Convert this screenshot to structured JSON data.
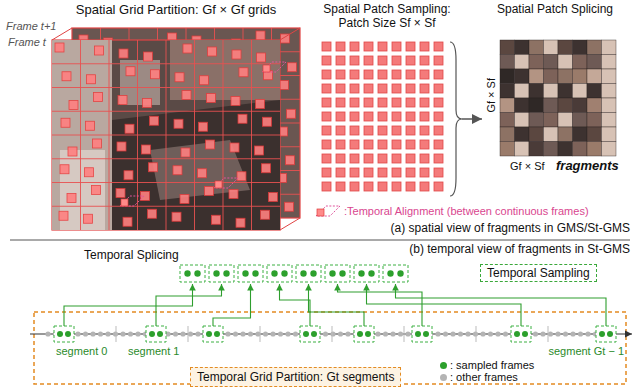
{
  "diagram": {
    "nodes": [
      {
        "text": [
          "Spatial Grid Partition: Gf × Gf grids"
        ]
      },
      {
        "text": [
          "Spatial Patch Sampling: Patch Size Sf × Sf"
        ]
      },
      {
        "text": [
          "Spatial Patch Splicing"
        ]
      },
      {
        "text": [
          "Temporal Splicing"
        ]
      },
      {
        "text": [
          "Temporal Sampling"
        ]
      },
      {
        "text": [
          "Temporal Grid Partition: Gt segments"
        ]
      }
    ],
    "edges": [
      {
        "from": 1,
        "to": 2,
        "arrow": "to"
      }
    ],
    "labels": [
      "Frame t+1",
      "Frame t",
      ":Temporal Alignment (between continuous frames)",
      "Gf × Sf",
      "Gf × Sf",
      "fragments",
      "(a) spatial view of fragments in GMS/St-GMS",
      "(b) temporal view of fragments in St-GMS",
      "segment 0",
      "segment 1",
      "segment Gt − 1"
    ],
    "legend": [
      {
        "text": ": sampled frames",
        "color": "#2ca02c"
      },
      {
        "text": ": other frames",
        "color": "#b4b4b4"
      }
    ]
  }
}
